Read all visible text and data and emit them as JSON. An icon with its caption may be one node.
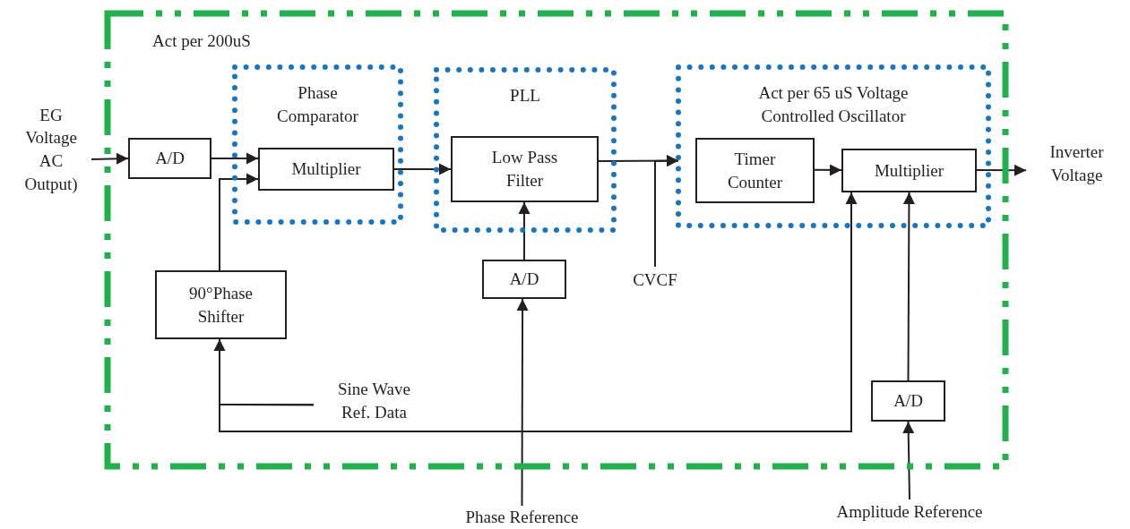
{
  "diagram": {
    "nodes": [
      {
        "text": [
          "Act per 200uS"
        ]
      },
      {
        "text": [
          "Phase Comparator"
        ],
        "in": 0
      },
      {
        "text": [
          "Multiplier"
        ],
        "in": 1
      },
      {
        "text": [
          "PLL"
        ],
        "in": 0
      },
      {
        "text": [
          "Low Pass Filter"
        ],
        "in": 3
      },
      {
        "text": [
          "Act per 65 uS Voltage Controlled Oscillator"
        ],
        "in": 0
      },
      {
        "text": [
          "Timer Counter"
        ],
        "in": 5
      },
      {
        "text": [
          "Multiplier"
        ],
        "in": 5
      },
      {
        "text": [
          "A/D"
        ],
        "in": 0
      },
      {
        "text": [
          "90°Phase Shifter"
        ],
        "in": 0
      },
      {
        "text": [
          "A/D"
        ],
        "in": 0
      },
      {
        "text": [
          "A/D"
        ],
        "in": 0
      },
      {
        "text": [
          "EG Voltage AC Output)"
        ]
      },
      {
        "text": [
          "Inverter Voltage"
        ]
      },
      {
        "text": [
          "CVCF"
        ],
        "in": 0
      },
      {
        "text": [
          "Sine Wave Ref. Data"
        ],
        "in": 0
      },
      {
        "text": [
          "Phase Reference"
        ]
      },
      {
        "text": [
          "Amplitude Reference"
        ]
      }
    ],
    "edges": [
      {
        "from": 12,
        "to": 8,
        "arrow": "to"
      },
      {
        "from": 8,
        "to": 2,
        "arrow": "to"
      },
      {
        "from": 9,
        "to": 2,
        "arrow": "to"
      },
      {
        "from": 2,
        "to": 4,
        "arrow": "to"
      },
      {
        "from": 4,
        "to": 5,
        "arrow": "to"
      },
      {
        "from": 14,
        "to": 5,
        "arrow": "to"
      },
      {
        "from": 6,
        "to": 7,
        "arrow": "to"
      },
      {
        "from": 7,
        "to": 13,
        "arrow": "to"
      },
      {
        "from": 10,
        "to": 4,
        "arrow": "to"
      },
      {
        "from": 16,
        "to": 10,
        "arrow": "to"
      },
      {
        "from": 17,
        "to": 11,
        "arrow": "to"
      },
      {
        "from": 11,
        "to": 7,
        "arrow": "to"
      },
      {
        "from": 15,
        "to": 9,
        "arrow": "to"
      },
      {
        "from": 15,
        "to": 7,
        "arrow": "to"
      }
    ]
  }
}
